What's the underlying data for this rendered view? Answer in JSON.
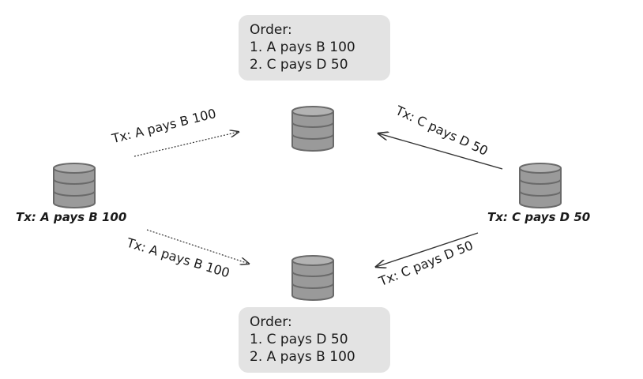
{
  "box_top": {
    "title": "Order:",
    "lines": [
      "1. A pays B 100",
      "2. C pays D 50"
    ]
  },
  "box_bottom": {
    "title": "Order:",
    "lines": [
      "1. C pays D 50",
      "2. A pays B 100"
    ]
  },
  "nodes": {
    "left": {
      "label": "Tx: A pays B 100"
    },
    "right": {
      "label": "Tx: C pays D 50"
    },
    "top": {
      "icon": "database-icon"
    },
    "bottom": {
      "icon": "database-icon"
    }
  },
  "edges": {
    "left_to_top": "Tx: A pays B 100",
    "right_to_top": "Tx: C pays D 50",
    "left_to_bottom": "Tx: A pays B 100",
    "right_to_bottom": "Tx: C pays D 50"
  },
  "colors": {
    "box_fill": "#e3e3e3",
    "db_fill": "#9a9a9a",
    "db_stroke": "#6a6a6a",
    "arrow": "#333333"
  }
}
